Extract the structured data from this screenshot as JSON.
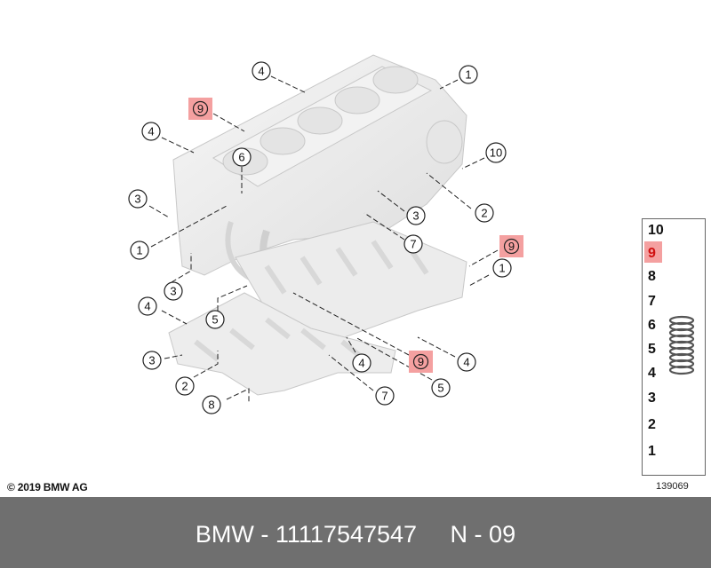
{
  "callouts": [
    {
      "label": "4"
    },
    {
      "label": "1"
    },
    {
      "label": "9"
    },
    {
      "label": "4"
    },
    {
      "label": "6"
    },
    {
      "label": "10"
    },
    {
      "label": "3"
    },
    {
      "label": "3"
    },
    {
      "label": "2"
    },
    {
      "label": "1"
    },
    {
      "label": "7"
    },
    {
      "label": "9"
    },
    {
      "label": "1"
    },
    {
      "label": "3"
    },
    {
      "label": "4"
    },
    {
      "label": "5"
    },
    {
      "label": "3"
    },
    {
      "label": "4"
    },
    {
      "label": "9"
    },
    {
      "label": "4"
    },
    {
      "label": "2"
    },
    {
      "label": "5"
    },
    {
      "label": "7"
    },
    {
      "label": "8"
    }
  ],
  "legend": {
    "items": [
      {
        "label": "10",
        "highlight": false
      },
      {
        "label": "9",
        "highlight": true
      },
      {
        "label": "8",
        "highlight": false
      },
      {
        "label": "7",
        "highlight": false
      },
      {
        "label": "6",
        "highlight": false
      },
      {
        "label": "5",
        "highlight": false
      },
      {
        "label": "4",
        "highlight": false
      },
      {
        "label": "3",
        "highlight": false
      },
      {
        "label": "2",
        "highlight": false
      },
      {
        "label": "1",
        "highlight": false
      }
    ]
  },
  "copyright": "© 2019 BMW AG",
  "ref_code": "139069",
  "footer": {
    "text": "BMW - 11117547547     N - 09"
  },
  "colors": {
    "highlight_box": "#f4a0a0",
    "highlight_text": "#d01010",
    "footer_bg": "#6f6f6f",
    "part_fill": "#ededed"
  }
}
